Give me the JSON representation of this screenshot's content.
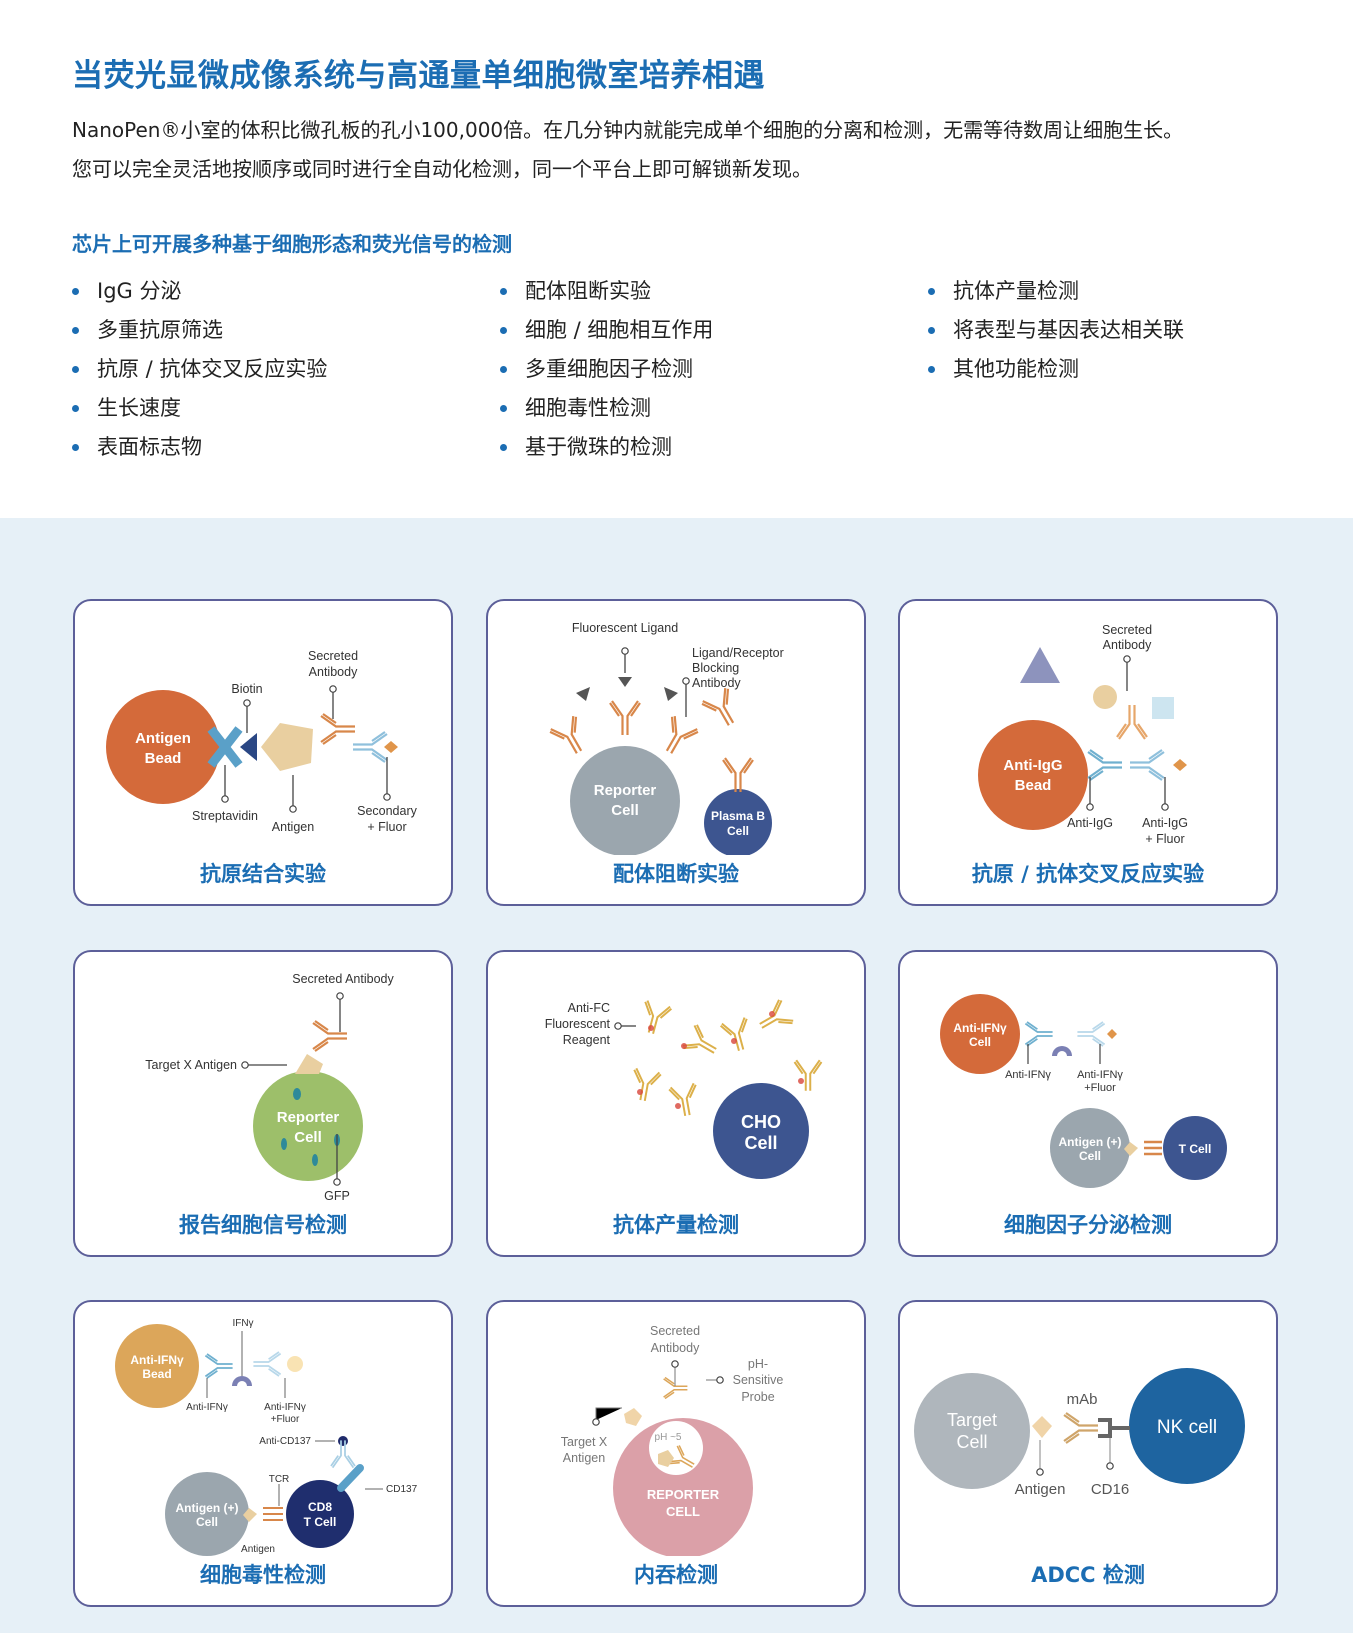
{
  "header": {
    "title": "当荧光显微成像系统与高通量单细胞微室培养相遇",
    "para1": "NanoPen®小室的体积比微孔板的孔小100,000倍。在几分钟内就能完成单个细胞的分离和检测，无需等待数周让细胞生长。",
    "para2": "您可以完全灵活地按顺序或同时进行全自动化检测，同一个平台上即可解锁新发现。"
  },
  "assays": {
    "heading": "芯片上可开展多种基于细胞形态和荧光信号的检测",
    "col1": [
      "IgG 分泌",
      "多重抗原筛选",
      "抗原 / 抗体交叉反应实验",
      "生长速度",
      "表面标志物"
    ],
    "col2": [
      "配体阻断实验",
      "细胞 / 细胞相互作用",
      "多重细胞因子检测",
      "细胞毒性检测",
      "基于微珠的检测"
    ],
    "col3": [
      "抗体产量检测",
      "将表型与基因表达相关联",
      "其他功能检测"
    ]
  },
  "cards": [
    {
      "title": "抗原结合实验",
      "labels": [
        "Antigen",
        "Bead",
        "Biotin",
        "Secreted",
        "Antibody",
        "Streptavidin",
        "Antigen",
        "Secondary",
        "+ Fluor"
      ]
    },
    {
      "title": "配体阻断实验",
      "labels": [
        "Fluorescent Ligand",
        "Ligand/Receptor",
        "Blocking",
        "Antibody",
        "Reporter",
        "Cell",
        "Plasma B",
        "Cell"
      ]
    },
    {
      "title": "抗原 / 抗体交叉反应实验",
      "labels": [
        "Secreted",
        "Antibody",
        "Anti-IgG",
        "Bead",
        "Anti-IgG",
        "Anti-IgG",
        "+ Fluor"
      ]
    },
    {
      "title": "报告细胞信号检测",
      "labels": [
        "Secreted Antibody",
        "Target X Antigen",
        "Reporter",
        "Cell",
        "GFP"
      ]
    },
    {
      "title": "抗体产量检测",
      "labels": [
        "Anti-FC",
        "Fluorescent",
        "Reagent",
        "CHO",
        "Cell"
      ]
    },
    {
      "title": "细胞因子分泌检测",
      "labels": [
        "Anti-IFNγ",
        "Cell",
        "Anti-IFNγ",
        "Anti-IFNγ",
        "+Fluor",
        "Antigen (+)",
        "Cell",
        "T Cell"
      ]
    },
    {
      "title": "细胞毒性检测",
      "labels": [
        "Anti-IFNγ",
        "Bead",
        "IFNγ",
        "Anti-IFNγ",
        "Anti-IFNγ",
        "+Fluor",
        "Anti-CD137",
        "TCR",
        "CD137",
        "Antigen (+)",
        "Cell",
        "CD8",
        "T Cell",
        "Antigen"
      ]
    },
    {
      "title": "内吞检测",
      "labels": [
        "Secreted",
        "Antibody",
        "pH-",
        "Sensitive",
        "Probe",
        "Target X",
        "Antigen",
        "pH ~5",
        "REPORTER",
        "CELL"
      ]
    },
    {
      "title": "ADCC 检测",
      "labels": [
        "Target",
        "Cell",
        "NK cell",
        "mAb",
        "Antigen",
        "CD16"
      ]
    }
  ],
  "colors": {
    "accent": "#1b6db3",
    "orange": "#d46a3a",
    "navy": "#3d5590",
    "gray_cell": "#9ba6ae",
    "green": "#9dbf6a",
    "pink": "#dba0a8",
    "gold": "#dca65a",
    "nk": "#1e64a0",
    "band": "#e6f0f7"
  }
}
